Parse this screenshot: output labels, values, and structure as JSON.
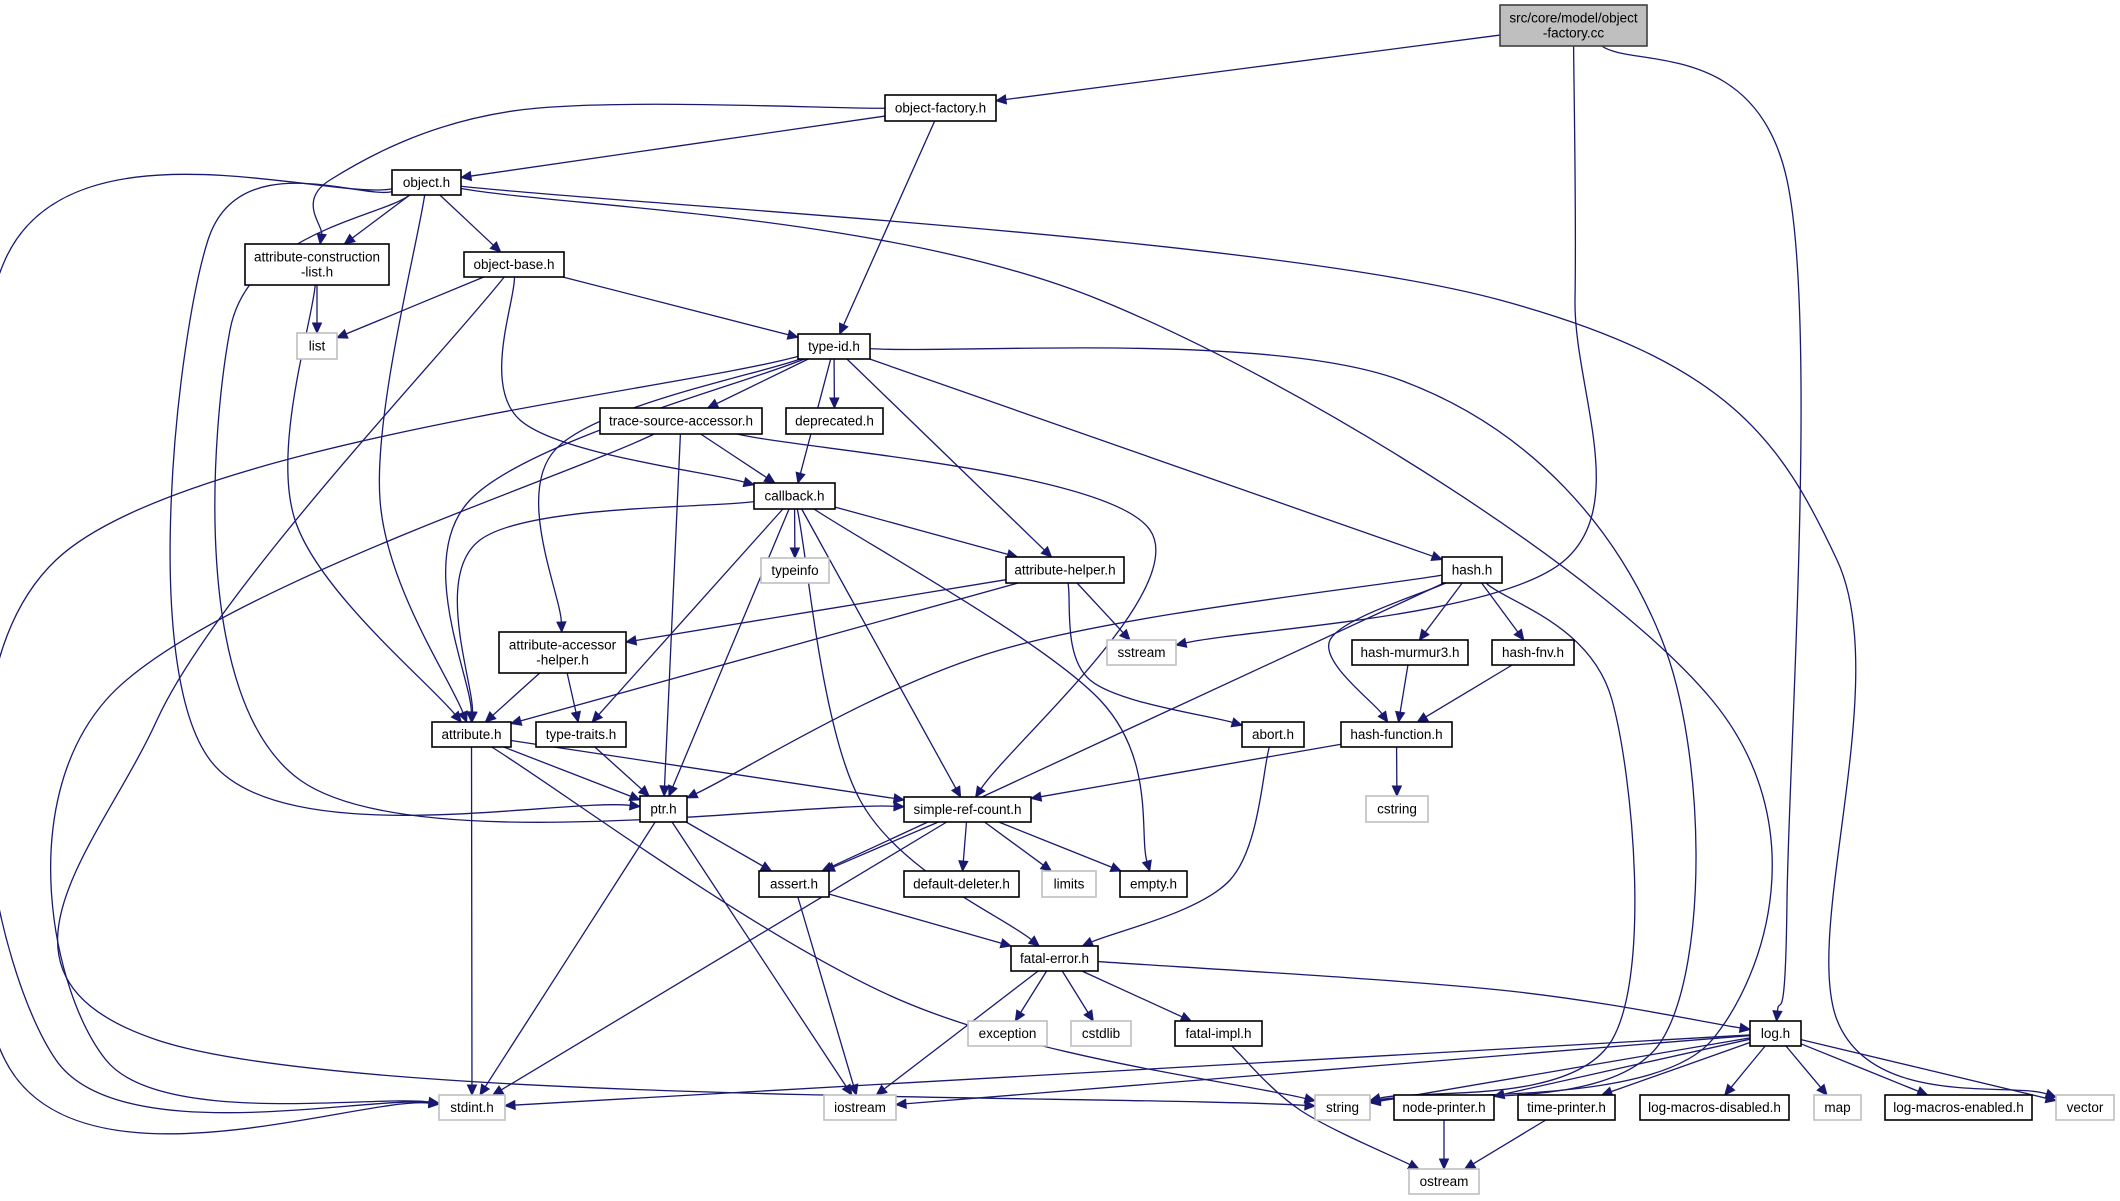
{
  "diagram": {
    "type": "include-dependency-graph",
    "root": "src/core/model/object-factory.cc",
    "colors": {
      "edge": "#191970",
      "root_fill": "#bfbfbf",
      "root_border": "#404040",
      "node_border": "#000000",
      "external_border": "#bfbfbf"
    },
    "nodes": [
      {
        "id": "root",
        "label": [
          "src/core/model/object",
          "-factory.cc"
        ],
        "kind": "root"
      },
      {
        "id": "object-factory-h",
        "label": [
          "object-factory.h"
        ],
        "kind": "internal"
      },
      {
        "id": "object-h",
        "label": [
          "object.h"
        ],
        "kind": "internal"
      },
      {
        "id": "attribute-construction-list-h",
        "label": [
          "attribute-construction",
          "-list.h"
        ],
        "kind": "internal"
      },
      {
        "id": "object-base-h",
        "label": [
          "object-base.h"
        ],
        "kind": "internal"
      },
      {
        "id": "list",
        "label": [
          "list"
        ],
        "kind": "external"
      },
      {
        "id": "type-id-h",
        "label": [
          "type-id.h"
        ],
        "kind": "internal"
      },
      {
        "id": "trace-source-accessor-h",
        "label": [
          "trace-source-accessor.h"
        ],
        "kind": "internal"
      },
      {
        "id": "deprecated-h",
        "label": [
          "deprecated.h"
        ],
        "kind": "internal"
      },
      {
        "id": "callback-h",
        "label": [
          "callback.h"
        ],
        "kind": "internal"
      },
      {
        "id": "typeinfo",
        "label": [
          "typeinfo"
        ],
        "kind": "external"
      },
      {
        "id": "attribute-helper-h",
        "label": [
          "attribute-helper.h"
        ],
        "kind": "internal"
      },
      {
        "id": "hash-h",
        "label": [
          "hash.h"
        ],
        "kind": "internal"
      },
      {
        "id": "attribute-accessor-helper-h",
        "label": [
          "attribute-accessor",
          "-helper.h"
        ],
        "kind": "internal"
      },
      {
        "id": "sstream",
        "label": [
          "sstream"
        ],
        "kind": "external"
      },
      {
        "id": "hash-murmur3-h",
        "label": [
          "hash-murmur3.h"
        ],
        "kind": "internal"
      },
      {
        "id": "hash-fnv-h",
        "label": [
          "hash-fnv.h"
        ],
        "kind": "internal"
      },
      {
        "id": "attribute-h",
        "label": [
          "attribute.h"
        ],
        "kind": "internal"
      },
      {
        "id": "type-traits-h",
        "label": [
          "type-traits.h"
        ],
        "kind": "internal"
      },
      {
        "id": "abort-h",
        "label": [
          "abort.h"
        ],
        "kind": "internal"
      },
      {
        "id": "hash-function-h",
        "label": [
          "hash-function.h"
        ],
        "kind": "internal"
      },
      {
        "id": "ptr-h",
        "label": [
          "ptr.h"
        ],
        "kind": "internal"
      },
      {
        "id": "simple-ref-count-h",
        "label": [
          "simple-ref-count.h"
        ],
        "kind": "internal"
      },
      {
        "id": "cstring",
        "label": [
          "cstring"
        ],
        "kind": "external"
      },
      {
        "id": "assert-h",
        "label": [
          "assert.h"
        ],
        "kind": "internal"
      },
      {
        "id": "default-deleter-h",
        "label": [
          "default-deleter.h"
        ],
        "kind": "internal"
      },
      {
        "id": "limits",
        "label": [
          "limits"
        ],
        "kind": "external"
      },
      {
        "id": "empty-h",
        "label": [
          "empty.h"
        ],
        "kind": "internal"
      },
      {
        "id": "fatal-error-h",
        "label": [
          "fatal-error.h"
        ],
        "kind": "internal"
      },
      {
        "id": "exception",
        "label": [
          "exception"
        ],
        "kind": "external"
      },
      {
        "id": "cstdlib",
        "label": [
          "cstdlib"
        ],
        "kind": "external"
      },
      {
        "id": "fatal-impl-h",
        "label": [
          "fatal-impl.h"
        ],
        "kind": "internal"
      },
      {
        "id": "log-h",
        "label": [
          "log.h"
        ],
        "kind": "internal"
      },
      {
        "id": "stdint-h",
        "label": [
          "stdint.h"
        ],
        "kind": "external"
      },
      {
        "id": "iostream",
        "label": [
          "iostream"
        ],
        "kind": "external"
      },
      {
        "id": "string",
        "label": [
          "string"
        ],
        "kind": "external"
      },
      {
        "id": "node-printer-h",
        "label": [
          "node-printer.h"
        ],
        "kind": "internal"
      },
      {
        "id": "time-printer-h",
        "label": [
          "time-printer.h"
        ],
        "kind": "internal"
      },
      {
        "id": "log-macros-disabled-h",
        "label": [
          "log-macros-disabled.h"
        ],
        "kind": "internal"
      },
      {
        "id": "map",
        "label": [
          "map"
        ],
        "kind": "external"
      },
      {
        "id": "log-macros-enabled-h",
        "label": [
          "log-macros-enabled.h"
        ],
        "kind": "internal"
      },
      {
        "id": "vector",
        "label": [
          "vector"
        ],
        "kind": "external"
      },
      {
        "id": "ostream",
        "label": [
          "ostream"
        ],
        "kind": "external"
      }
    ],
    "edges": [
      [
        "root",
        "object-factory-h"
      ],
      [
        "root",
        "sstream"
      ],
      [
        "root",
        "log-h"
      ],
      [
        "object-factory-h",
        "object-h"
      ],
      [
        "object-factory-h",
        "attribute-construction-list-h"
      ],
      [
        "object-factory-h",
        "type-id-h"
      ],
      [
        "object-h",
        "attribute-construction-list-h"
      ],
      [
        "object-h",
        "object-base-h"
      ],
      [
        "object-h",
        "attribute-h"
      ],
      [
        "object-h",
        "ptr-h"
      ],
      [
        "object-h",
        "simple-ref-count-h"
      ],
      [
        "object-h",
        "stdint-h"
      ],
      [
        "object-h",
        "string"
      ],
      [
        "object-h",
        "vector"
      ],
      [
        "attribute-construction-list-h",
        "list"
      ],
      [
        "attribute-construction-list-h",
        "attribute-h"
      ],
      [
        "object-base-h",
        "list"
      ],
      [
        "object-base-h",
        "type-id-h"
      ],
      [
        "object-base-h",
        "callback-h"
      ],
      [
        "object-base-h",
        "string"
      ],
      [
        "type-id-h",
        "trace-source-accessor-h"
      ],
      [
        "type-id-h",
        "deprecated-h"
      ],
      [
        "type-id-h",
        "callback-h"
      ],
      [
        "type-id-h",
        "attribute-helper-h"
      ],
      [
        "type-id-h",
        "attribute-accessor-helper-h"
      ],
      [
        "type-id-h",
        "attribute-h"
      ],
      [
        "type-id-h",
        "hash-h"
      ],
      [
        "type-id-h",
        "stdint-h"
      ],
      [
        "type-id-h",
        "string"
      ],
      [
        "trace-source-accessor-h",
        "callback-h"
      ],
      [
        "trace-source-accessor-h",
        "ptr-h"
      ],
      [
        "trace-source-accessor-h",
        "simple-ref-count-h"
      ],
      [
        "trace-source-accessor-h",
        "stdint-h"
      ],
      [
        "callback-h",
        "typeinfo"
      ],
      [
        "callback-h",
        "attribute-helper-h"
      ],
      [
        "callback-h",
        "attribute-h"
      ],
      [
        "callback-h",
        "type-traits-h"
      ],
      [
        "callback-h",
        "ptr-h"
      ],
      [
        "callback-h",
        "simple-ref-count-h"
      ],
      [
        "callback-h",
        "fatal-error-h"
      ],
      [
        "callback-h",
        "empty-h"
      ],
      [
        "attribute-helper-h",
        "attribute-accessor-helper-h"
      ],
      [
        "attribute-helper-h",
        "attribute-h"
      ],
      [
        "attribute-helper-h",
        "sstream"
      ],
      [
        "attribute-helper-h",
        "abort-h"
      ],
      [
        "attribute-accessor-helper-h",
        "attribute-h"
      ],
      [
        "attribute-accessor-helper-h",
        "type-traits-h"
      ],
      [
        "attribute-h",
        "ptr-h"
      ],
      [
        "attribute-h",
        "simple-ref-count-h"
      ],
      [
        "attribute-h",
        "stdint-h"
      ],
      [
        "attribute-h",
        "string"
      ],
      [
        "type-traits-h",
        "ptr-h"
      ],
      [
        "hash-h",
        "hash-murmur3-h"
      ],
      [
        "hash-h",
        "hash-fnv-h"
      ],
      [
        "hash-h",
        "hash-function-h"
      ],
      [
        "hash-h",
        "ptr-h"
      ],
      [
        "hash-h",
        "assert-h"
      ],
      [
        "hash-h",
        "string"
      ],
      [
        "hash-murmur3-h",
        "hash-function-h"
      ],
      [
        "hash-fnv-h",
        "hash-function-h"
      ],
      [
        "hash-function-h",
        "simple-ref-count-h"
      ],
      [
        "hash-function-h",
        "cstring"
      ],
      [
        "abort-h",
        "fatal-error-h"
      ],
      [
        "ptr-h",
        "assert-h"
      ],
      [
        "ptr-h",
        "stdint-h"
      ],
      [
        "ptr-h",
        "iostream"
      ],
      [
        "simple-ref-count-h",
        "assert-h"
      ],
      [
        "simple-ref-count-h",
        "default-deleter-h"
      ],
      [
        "simple-ref-count-h",
        "limits"
      ],
      [
        "simple-ref-count-h",
        "empty-h"
      ],
      [
        "simple-ref-count-h",
        "stdint-h"
      ],
      [
        "assert-h",
        "fatal-error-h"
      ],
      [
        "assert-h",
        "iostream"
      ],
      [
        "fatal-error-h",
        "exception"
      ],
      [
        "fatal-error-h",
        "cstdlib"
      ],
      [
        "fatal-error-h",
        "fatal-impl-h"
      ],
      [
        "fatal-error-h",
        "iostream"
      ],
      [
        "fatal-error-h",
        "log-h"
      ],
      [
        "fatal-impl-h",
        "ostream"
      ],
      [
        "log-h",
        "string"
      ],
      [
        "log-h",
        "node-printer-h"
      ],
      [
        "log-h",
        "time-printer-h"
      ],
      [
        "log-h",
        "log-macros-disabled-h"
      ],
      [
        "log-h",
        "map"
      ],
      [
        "log-h",
        "log-macros-enabled-h"
      ],
      [
        "log-h",
        "vector"
      ],
      [
        "log-h",
        "stdint-h"
      ],
      [
        "log-h",
        "iostream"
      ],
      [
        "node-printer-h",
        "ostream"
      ],
      [
        "time-printer-h",
        "ostream"
      ]
    ]
  }
}
